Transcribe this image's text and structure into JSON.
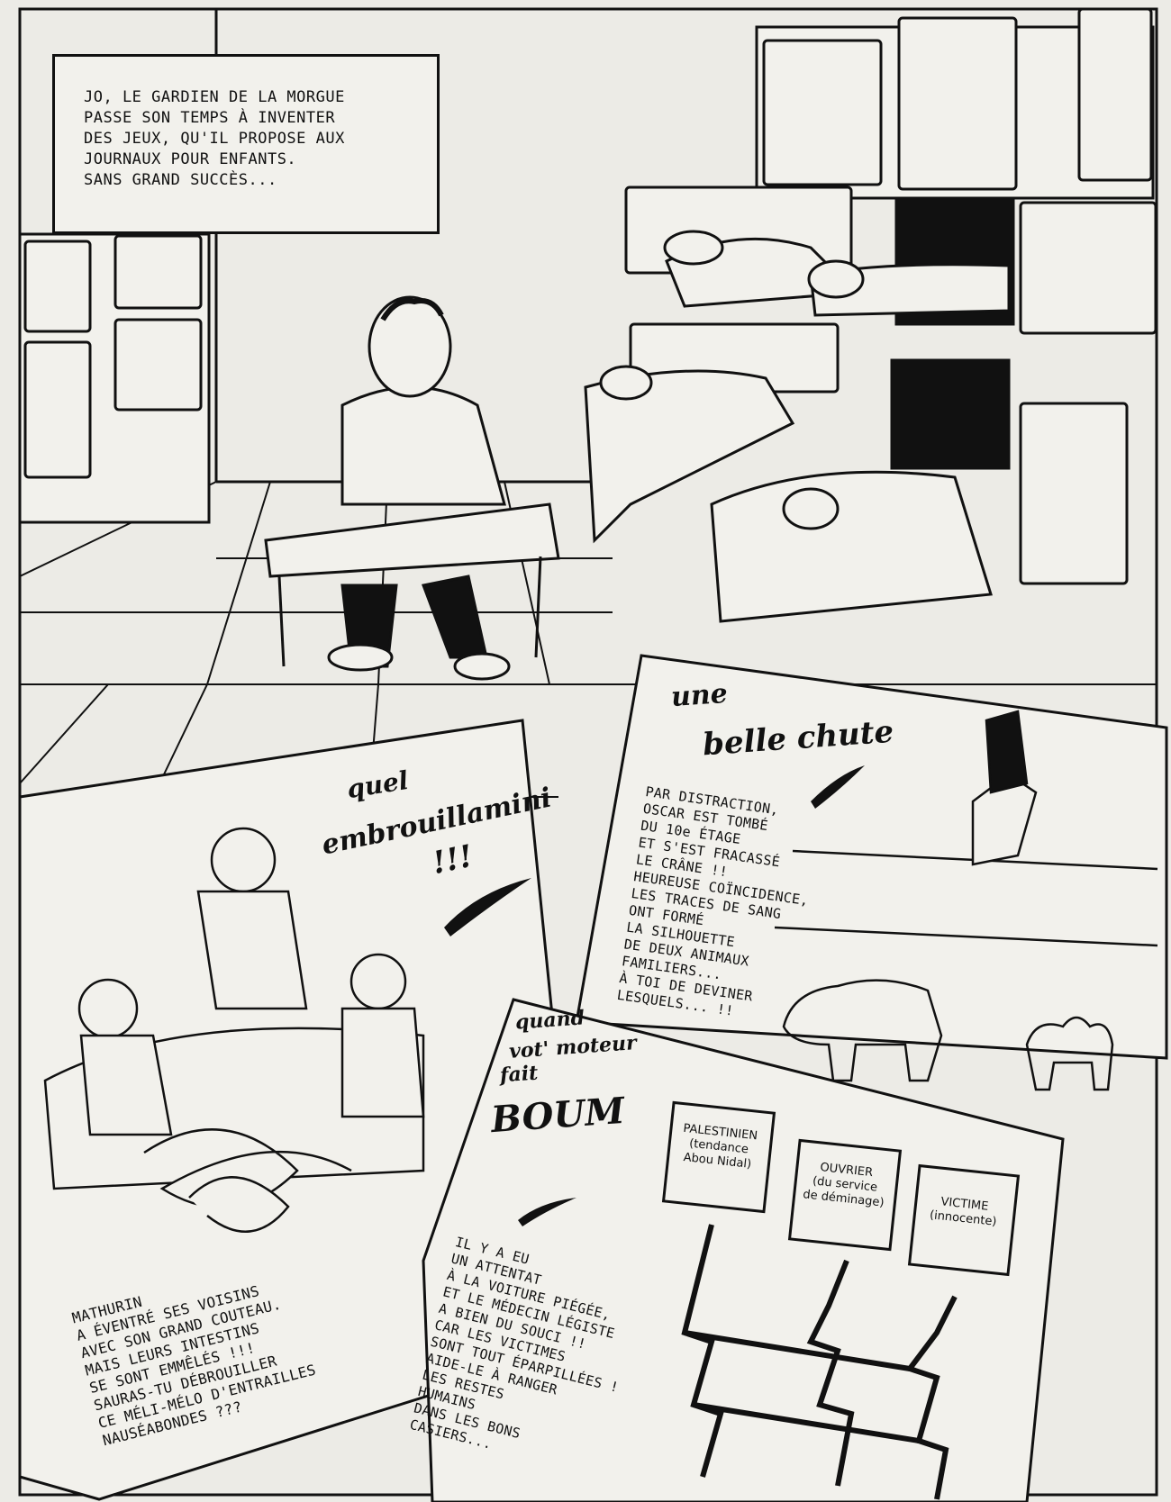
{
  "caption": {
    "text": "JO, LE GARDIEN DE LA MORGUE\nPASSE SON TEMPS À INVENTER\nDES JEUX, QU'IL PROPOSE AUX\nJOURNAUX POUR ENFANTS.\nSANS GRAND SUCCÈS..."
  },
  "card_left": {
    "title_line1": "quel",
    "title_line2": "embrouillamini",
    "title_line3": "!!!",
    "body": "MATHURIN\nA ÉVENTRÉ SES VOISINS\nAVEC SON GRAND COUTEAU.\nMAIS LEURS INTESTINS\nSE SONT EMMÊLÉS !!!\nSAURAS-TU DÉBROUILLER\nCE MÉLI-MÉLO D'ENTRAILLES\nNAUSÉABONDES ???"
  },
  "card_right": {
    "title_line1": "une",
    "title_line2": "belle  chute",
    "body": "PAR DISTRACTION,\nOSCAR EST TOMBÉ\nDU 10e ÉTAGE\nET S'EST FRACASSÉ\nLE CRÂNE !!\nHEUREUSE COÏNCIDENCE,\nLES TRACES DE SANG\nONT FORMÉ\nLA SILHOUETTE\nDE DEUX ANIMAUX\nFAMILIERS...\nÀ TOI DE DEVINER\nLESQUELS... !!"
  },
  "card_bottom": {
    "title_line1": "quand",
    "title_line2": "vot' moteur",
    "title_line3": "fait",
    "title_line4": "BOUM",
    "body": "IL Y A EU\nUN ATTENTAT\nÀ LA VOITURE PIÉGÉE,\nET LE MÉDECIN LÉGISTE\nA BIEN DU SOUCI !!\nCAR LES VICTIMES\nSONT TOUT ÉPARPILLÉES !\nAIDE-LE À RANGER\nLES RESTES\nHUMAINS\nDANS LES BONS\nCASIERS...",
    "boxes": [
      {
        "label": "PALESTINIEN\n(tendance\nAbou Nidal)"
      },
      {
        "label": "OUVRIER\n(du service\nde déminage)"
      },
      {
        "label": "VICTIME\n(innocente)"
      }
    ]
  }
}
